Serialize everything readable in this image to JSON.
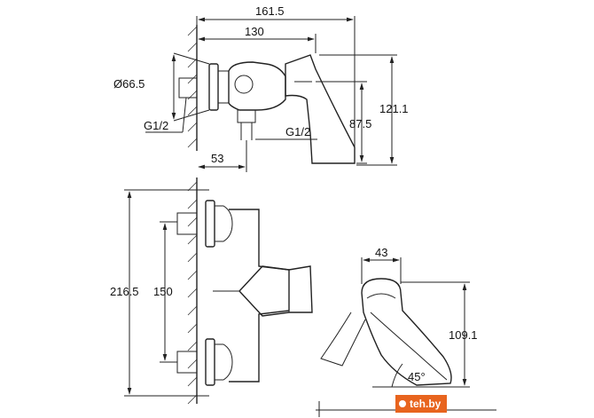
{
  "top_view": {
    "overall_width": "161.5",
    "body_width": "130",
    "flange_diameter": "Ø66.5",
    "inlet_thread": "G1/2",
    "outlet_thread": "G1/2",
    "outlet_depth": "53",
    "lever_height": "87.5",
    "total_height": "121.1"
  },
  "front_view": {
    "total_height": "216.5",
    "inlet_spacing": "150"
  },
  "side_view": {
    "lever_width": "43",
    "height": "109.1",
    "angle": "45°"
  },
  "watermark": {
    "text": "teh.by",
    "color": "#e8641e"
  }
}
